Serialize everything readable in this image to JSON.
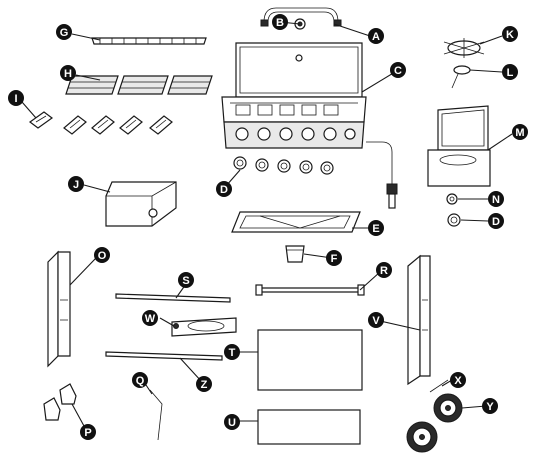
{
  "callout_style": {
    "badge_color": "#111111",
    "badge_text_color": "#ffffff",
    "line_color": "#1a1a1a"
  },
  "labels": {
    "A": "A",
    "B": "B",
    "C": "C",
    "D": "D",
    "D2": "D",
    "E": "E",
    "F": "F",
    "G": "G",
    "H": "H",
    "I": "I",
    "J": "J",
    "K": "K",
    "L": "L",
    "M": "M",
    "N": "N",
    "O": "O",
    "P": "P",
    "Q": "Q",
    "R": "R",
    "S": "S",
    "T": "T",
    "U": "U",
    "V": "V",
    "W": "W",
    "X": "X",
    "Y": "Y",
    "Z": "Z"
  }
}
